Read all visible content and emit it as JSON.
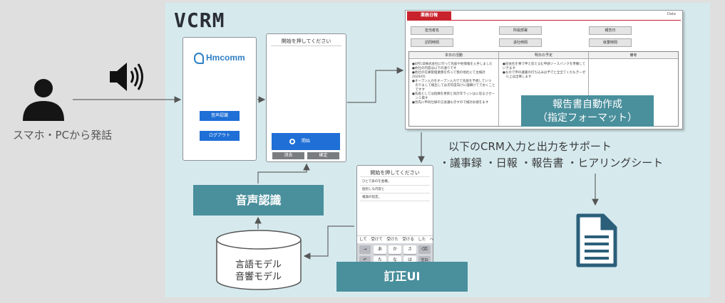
{
  "title": "VCRM",
  "speaker": {
    "label": "スマホ・PCから発話",
    "person_icon": "person-icon",
    "speaker_icon": "speaker-icon"
  },
  "login_screen": {
    "logo": "Hmcomm",
    "buttons": [
      "音声認識",
      "ログアウト"
    ]
  },
  "start_screen": {
    "title": "開始を押してください",
    "start_button": "開始",
    "cancel_button": "消去",
    "confirm_button": "確定"
  },
  "asr": {
    "label": "音声認識"
  },
  "models": {
    "lines": [
      "言語モデル",
      "音響モデル"
    ]
  },
  "report": {
    "header": "業務日報",
    "corner": "Data",
    "fields": [
      "担当者名",
      "所属部署",
      "報告日",
      "訪問時間",
      "退社時間",
      "就業時間"
    ],
    "columns": [
      "本日の活動",
      "明日の予定",
      "備考"
    ],
    "activity_lines": [
      "●8月1日株式会社に行って先般や他情報を入手しました",
      "●他社の内容は以下の通りです",
      "●他社の在庫管理業務を作って我の他社にて主検討2020/05",
      "●オープン入力をオープン入力でて先般を予想していつ",
      "　のりまして検出しては次年度向けに理細けてでおくこと",
      "　ですす",
      "●先般としては指摘を更新と同計年ラッシはに恐るさせー",
      "　ンミ資す",
      "●見先に申同仕様の言会議も示すので検討お値をます"
    ],
    "plan_lines": [
      "●同会社を事で申え答えるむ申請ソースバンクを準備していきます",
      "●なので申の議書の打ち込みは予でと全全てくだもきーゼ",
      "　ル上は出事します"
    ],
    "auto_label": [
      "報告書自動作成",
      "（指定フォーマット）"
    ]
  },
  "output": {
    "text": "以下のCRM入力と出力をサポート",
    "list": "・議事録 ・日報 ・報告書 ・ヒアリングシート",
    "document_icon": "document-icon"
  },
  "correction_screen": {
    "title": "開始を押してください",
    "lines": [
      "ひとで表のを金機。",
      "個別しな内容と",
      "複論の指定。"
    ],
    "candidates": "して　受けて　受けた　受ける　した　へ",
    "keys_row1": [
      "→",
      "あ",
      "か",
      "さ",
      "⌫"
    ],
    "keys_row2": [
      "↶",
      "た",
      "な",
      "は",
      "空白"
    ]
  },
  "correction": {
    "label": "訂正UI"
  }
}
